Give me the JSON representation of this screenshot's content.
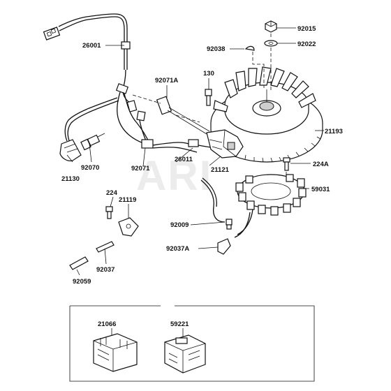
{
  "watermark": "ARI",
  "labels": {
    "p26001": "26001",
    "p92015": "92015",
    "p92038": "92038",
    "p92022": "92022",
    "p130": "130",
    "p92071A": "92071A",
    "p21193": "21193",
    "p92070": "92070",
    "p21130": "21130",
    "p92071": "92071",
    "p26011": "26011",
    "p21121": "21121",
    "p224A": "224A",
    "p59031": "59031",
    "p224": "224",
    "p21119": "21119",
    "p92009": "92009",
    "p92037A": "92037A",
    "p92037": "92037",
    "p92059": "92059",
    "p21066": "21066",
    "p59221": "59221"
  }
}
